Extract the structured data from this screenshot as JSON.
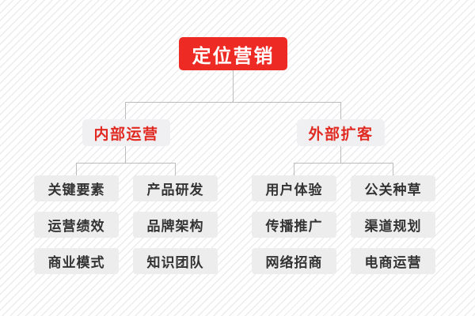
{
  "diagram": {
    "type": "org-chart",
    "background_pattern": "diagonal-stripes",
    "colors": {
      "root_fill": "#ee2a24",
      "root_text": "#ffffff",
      "branch_fill": "#f0f0f2",
      "branch_text": "#e02a22",
      "leaf_fill": "#ededee",
      "leaf_text": "#333333",
      "connector": "#bcbcbc",
      "page_background": "#ffffff",
      "stripe": "#ececf0"
    },
    "root": {
      "label": "定位营销"
    },
    "branches": [
      {
        "label": "内部运营",
        "columns": [
          {
            "leaves": [
              "关键要素",
              "运营绩效",
              "商业模式"
            ]
          },
          {
            "leaves": [
              "产品研发",
              "品牌架构",
              "知识团队"
            ]
          }
        ]
      },
      {
        "label": "外部扩客",
        "columns": [
          {
            "leaves": [
              "用户体验",
              "传播推广",
              "网络招商"
            ]
          },
          {
            "leaves": [
              "公关种草",
              "渠道规划",
              "电商运营"
            ]
          }
        ]
      }
    ]
  }
}
